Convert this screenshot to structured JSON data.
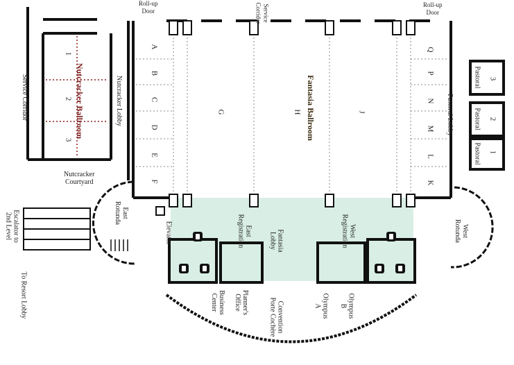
{
  "colors": {
    "wall": "#111111",
    "lobby_fill": "#d9efe6",
    "dotted_line": "#8b1a1a",
    "grid": "#7a7a7a"
  },
  "labels": {
    "roll_up_door_left": "Roll-up\nDoor",
    "roll_up_door_right": "Roll-up\nDoor",
    "service_corridor_top": "Service\nCorridor",
    "service_corridor_left": "Service Corridor",
    "nutcracker_ballroom": "Nutcracker Ballroom",
    "nutcracker_lobby": "Nutcracker Lobby",
    "nutcracker_courtyard": "Nutcracker\nCourtyard",
    "fantasia_ballroom": "Fantasia Ballroom",
    "fantasia_lobby": "Fantasia\nLobby",
    "pastoral_lobby": "Pastoral Lobby",
    "pastoral": "Pastoral",
    "east_rotunda": "East\nRotunda",
    "west_rotunda": "West\nRotunda",
    "elevator": "Elevator",
    "east_registration": "East\nRegistration",
    "west_registration": "West\nRegistration",
    "escalator": "Escalator to\n2nd Level",
    "to_resort_lobby": "To Resort Lobby",
    "business_center": "Business\nCenter",
    "planners_office": "Planner's\nOffice",
    "convention_porte_cochere": "Convention\nPorte Cochère",
    "olympus_a": "Olympus\nA",
    "olympus_b": "Olympus\nB"
  },
  "nutcracker_sections": [
    "1",
    "2",
    "3"
  ],
  "fantasia_left_sections": [
    "A",
    "B",
    "C",
    "D",
    "E",
    "F"
  ],
  "fantasia_center_sections": [
    "G",
    "H",
    "J"
  ],
  "fantasia_right_sections": [
    "Q",
    "P",
    "N",
    "M",
    "L",
    "K"
  ],
  "pastoral_numbers": [
    "3",
    "2",
    "1"
  ],
  "icons": [
    "elevator-icon",
    "restroom-icon",
    "restroom-icon",
    "restroom-icon",
    "restroom-icon",
    "restroom-icon",
    "restroom-icon"
  ]
}
